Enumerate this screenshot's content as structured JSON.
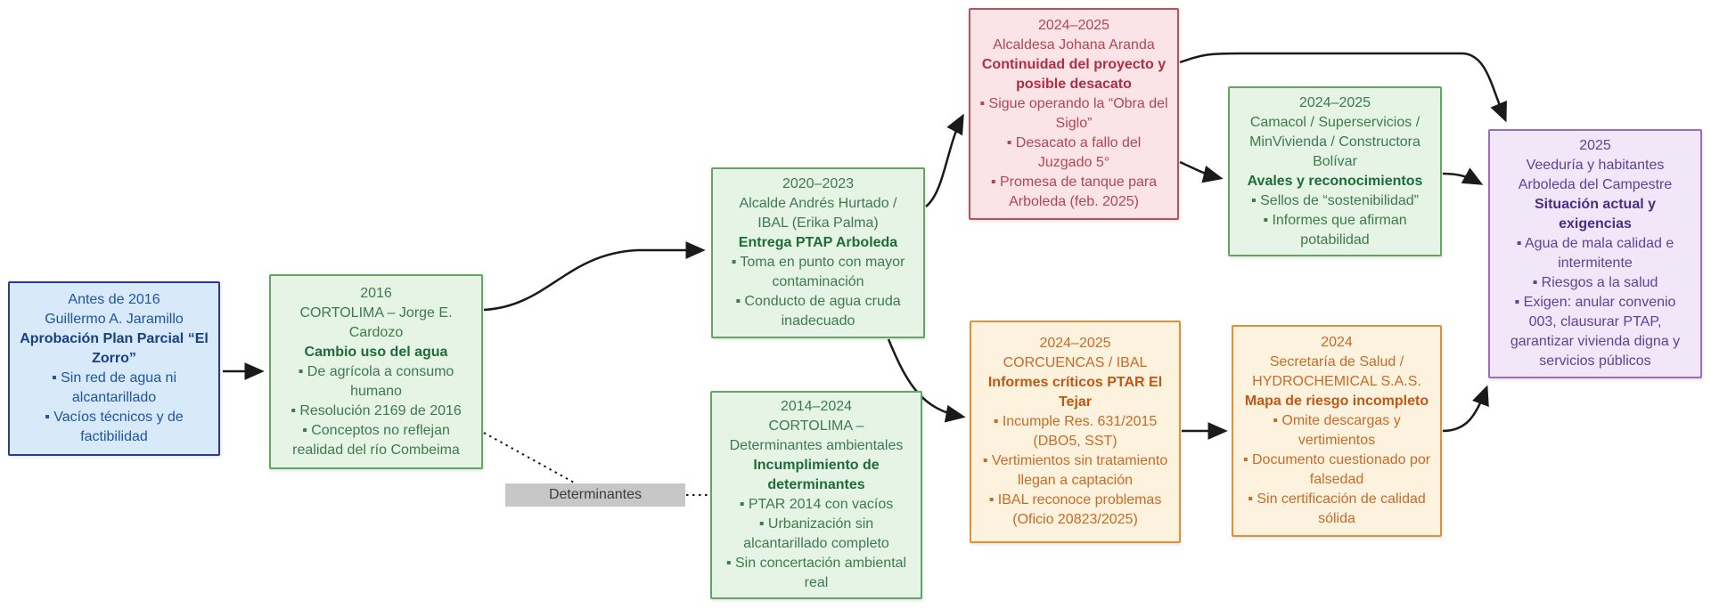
{
  "diagram": {
    "bullet_char": "▪",
    "connector_color": "#1a1a1a",
    "edge_label": {
      "text": "Determinantes",
      "bg": "#c7c7c7"
    },
    "themes": {
      "blue": {
        "bg": "#d8e9f9",
        "border": "#2d3a8c",
        "text": "#1e55a0",
        "bold": "#173f85"
      },
      "green": {
        "bg": "#e6f4e6",
        "border": "#64a466",
        "text": "#3c7a4e",
        "bold": "#1e6b3a"
      },
      "pink": {
        "bg": "#fbe4e8",
        "border": "#c14e5e",
        "text": "#b54553",
        "bold": "#b02e42"
      },
      "orange": {
        "bg": "#fcf2de",
        "border": "#dd913a",
        "text": "#c96b28",
        "bold": "#c25714"
      },
      "purple": {
        "bg": "#f1e7f8",
        "border": "#9c6cbd",
        "text": "#61409a",
        "bold": "#4b2d84"
      }
    },
    "nodes": [
      {
        "id": "plan-parcial",
        "theme": "blue",
        "period": "Antes de 2016",
        "actor": "Guillermo A. Jaramillo",
        "headline": "Aprobación Plan Parcial “El Zorro”",
        "bullets": [
          "Sin red de agua ni alcantarillado",
          "Vacíos técnicos y de factibilidad"
        ]
      },
      {
        "id": "cortolima-2016",
        "theme": "green",
        "period": "2016",
        "actor": "CORTOLIMA – Jorge E. Cardozo",
        "headline": "Cambio uso del agua",
        "bullets": [
          "De agrícola a consumo humano",
          "Resolución 2169 de 2016",
          "Conceptos no reflejan realidad del río Combeima"
        ]
      },
      {
        "id": "entrega-ptap",
        "theme": "green",
        "period": "2020–2023",
        "actor": "Alcalde Andrés Hurtado / IBAL (Erika Palma)",
        "headline": "Entrega PTAP Arboleda",
        "bullets": [
          "Toma en punto con mayor contaminación",
          "Conducto de agua cruda inadecuado"
        ]
      },
      {
        "id": "determinantes-ambientales",
        "theme": "green",
        "period": "2014–2024",
        "actor": "CORTOLIMA – Determinantes ambientales",
        "headline": "Incumplimiento de determinantes",
        "bullets": [
          "PTAR 2014 con vacíos",
          "Urbanización sin alcantarillado completo",
          "Sin concertación ambiental real"
        ]
      },
      {
        "id": "continuidad-proyecto",
        "theme": "pink",
        "period": "2024–2025",
        "actor": "Alcaldesa Johana Aranda",
        "headline": "Continuidad del proyecto y posible desacato",
        "bullets": [
          "Sigue operando la “Obra del Siglo”",
          "Desacato a fallo del Juzgado 5°",
          "Promesa de tanque para Arboleda (feb. 2025)"
        ]
      },
      {
        "id": "informes-ptar",
        "theme": "orange",
        "period": "2024–2025",
        "actor": "CORCUENCAS / IBAL",
        "headline": "Informes críticos PTAR El Tejar",
        "bullets": [
          "Incumple Res. 631/2015 (DBO5, SST)",
          "Vertimientos sin tratamiento llegan a captación",
          "IBAL reconoce problemas (Oficio 20823/2025)"
        ]
      },
      {
        "id": "avales",
        "theme": "green",
        "period": "2024–2025",
        "actor": "Camacol / Superservicios / MinVivienda / Constructora Bolívar",
        "headline": "Avales y reconocimientos",
        "bullets": [
          "Sellos de “sostenibilidad”",
          "Informes que afirman potabilidad"
        ]
      },
      {
        "id": "mapa-riesgo",
        "theme": "orange",
        "period": "2024",
        "actor": "Secretaría de Salud / HYDROCHEMICAL S.A.S.",
        "headline": "Mapa de riesgo incompleto",
        "bullets": [
          "Omite descargas y vertimientos",
          "Documento cuestionado por falsedad",
          "Sin certificación de calidad sólida"
        ]
      },
      {
        "id": "situacion-actual",
        "theme": "purple",
        "period": "2025",
        "actor": "Veeduría y habitantes Arboleda del Campestre",
        "headline": "Situación actual y exigencias",
        "bullets": [
          "Agua de mala calidad e intermitente",
          "Riesgos a la salud",
          "Exigen: anular convenio 003, clausurar PTAP, garantizar vivienda digna y servicios públicos"
        ]
      }
    ],
    "edges": [
      {
        "from": "plan-parcial",
        "to": "cortolima-2016",
        "style": "solid-arrow"
      },
      {
        "from": "cortolima-2016",
        "to": "entrega-ptap",
        "style": "solid-arrow"
      },
      {
        "from": "entrega-ptap",
        "to": "continuidad-proyecto",
        "style": "solid-arrow"
      },
      {
        "from": "entrega-ptap",
        "to": "informes-ptar",
        "style": "solid-arrow"
      },
      {
        "from": "continuidad-proyecto",
        "to": "situacion-actual",
        "style": "solid-arrow"
      },
      {
        "from": "continuidad-proyecto",
        "to": "avales",
        "style": "solid-arrow"
      },
      {
        "from": "avales",
        "to": "situacion-actual",
        "style": "solid-arrow"
      },
      {
        "from": "informes-ptar",
        "to": "mapa-riesgo",
        "style": "solid-arrow"
      },
      {
        "from": "mapa-riesgo",
        "to": "situacion-actual",
        "style": "solid-arrow"
      },
      {
        "from": "cortolima-2016",
        "to": "determinantes-label",
        "style": "dotted"
      },
      {
        "from": "determinantes-label",
        "to": "determinantes-ambientales",
        "style": "dotted"
      }
    ]
  }
}
